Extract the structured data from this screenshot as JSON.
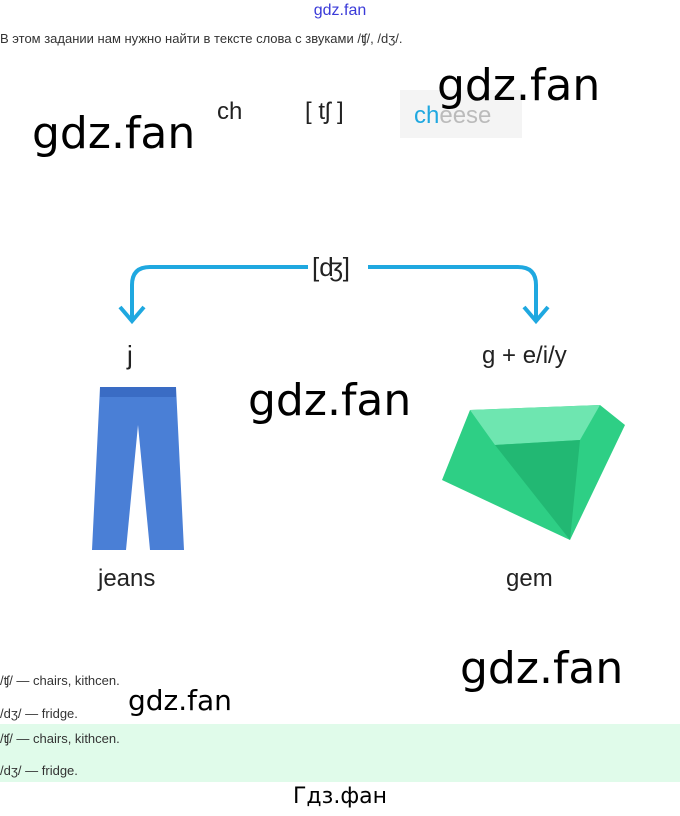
{
  "header_link": "gdz.fan",
  "intro": "В этом задании нам нужно найти в тексте слова с звуками /ʧ/, /dʒ/.",
  "figure": {
    "ch": "ch",
    "tsh": "[ tʃ ]",
    "cheese_ch": "ch",
    "cheese_rest": "eese",
    "dzh": "[ʤ]",
    "j": "j",
    "g_rule": "g + e/i/y",
    "jeans": "jeans",
    "gem": "gem"
  },
  "watermarks": [
    "gdz.fan",
    "gdz.fan",
    "gdz.fan",
    "gdz.fan",
    "gdz.fan"
  ],
  "answers": [
    {
      "text": "/ʧ/ — chairs, kithcen."
    },
    {
      "text": "/dʒ/ — fridge."
    }
  ],
  "answers_highlight": [
    {
      "text": "/ʧ/ — chairs, kithcen."
    },
    {
      "text": "/dʒ/ — fridge."
    }
  ],
  "footer": "Гдз.фан",
  "colors": {
    "accent": "#1fa8e0",
    "highlight": "#e0fbea",
    "gem": "#2ecf85",
    "jeans": "#4a7fd6"
  }
}
